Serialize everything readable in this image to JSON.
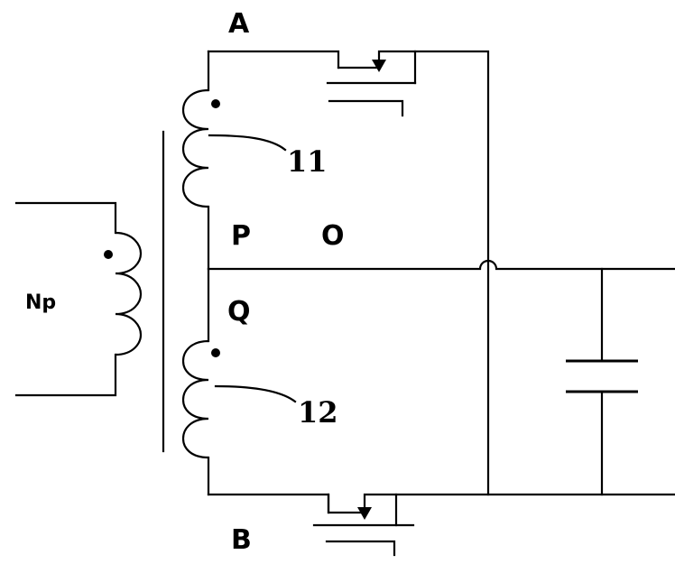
{
  "labels": {
    "node_a": "A",
    "node_b": "B",
    "node_p": "P",
    "node_o": "O",
    "node_q": "Q",
    "primary": "Np",
    "winding_top": "11",
    "winding_bottom": "12"
  }
}
